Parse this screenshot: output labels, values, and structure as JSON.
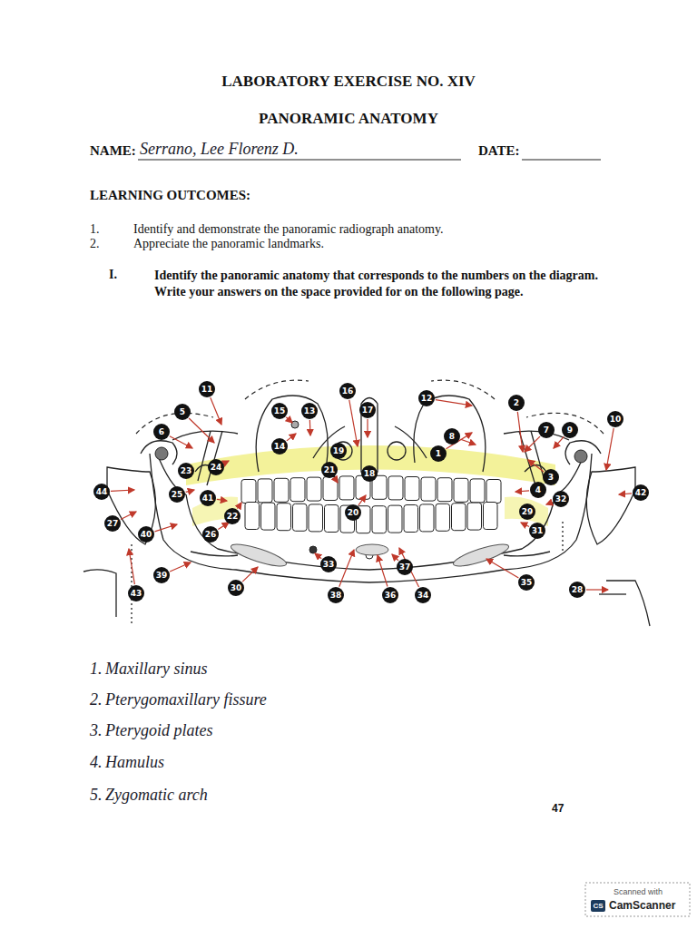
{
  "diagram": {
    "title": "LABORATORY EXERCISE NO. XIV",
    "nodes": [
      {
        "text": [
          "1"
        ]
      },
      {
        "text": [
          "2"
        ]
      },
      {
        "text": [
          "3"
        ]
      },
      {
        "text": [
          "4"
        ]
      },
      {
        "text": [
          "5"
        ]
      },
      {
        "text": [
          "6"
        ]
      },
      {
        "text": [
          "7"
        ]
      },
      {
        "text": [
          "8"
        ]
      },
      {
        "text": [
          "9"
        ]
      },
      {
        "text": [
          "10"
        ]
      },
      {
        "text": [
          "11"
        ]
      },
      {
        "text": [
          "12"
        ]
      },
      {
        "text": [
          "13"
        ]
      },
      {
        "text": [
          "14"
        ]
      },
      {
        "text": [
          "15"
        ]
      },
      {
        "text": [
          "16"
        ]
      },
      {
        "text": [
          "17"
        ]
      },
      {
        "text": [
          "18"
        ]
      },
      {
        "text": [
          "19"
        ]
      },
      {
        "text": [
          "20"
        ]
      },
      {
        "text": [
          "21"
        ]
      },
      {
        "text": [
          "22"
        ]
      },
      {
        "text": [
          "23"
        ]
      },
      {
        "text": [
          "24"
        ]
      },
      {
        "text": [
          "25"
        ]
      },
      {
        "text": [
          "26"
        ]
      },
      {
        "text": [
          "27"
        ]
      },
      {
        "text": [
          "28"
        ]
      },
      {
        "text": [
          "29"
        ]
      },
      {
        "text": [
          "30"
        ]
      },
      {
        "text": [
          "31"
        ]
      },
      {
        "text": [
          "32"
        ]
      },
      {
        "text": [
          "33"
        ]
      },
      {
        "text": [
          "34"
        ]
      },
      {
        "text": [
          "35"
        ]
      },
      {
        "text": [
          "36"
        ]
      },
      {
        "text": [
          "37"
        ]
      },
      {
        "text": [
          "38"
        ]
      },
      {
        "text": [
          "39"
        ]
      },
      {
        "text": [
          "40"
        ]
      },
      {
        "text": [
          "41"
        ]
      },
      {
        "text": [
          "42"
        ]
      },
      {
        "text": [
          "43"
        ]
      },
      {
        "text": [
          "44"
        ]
      }
    ],
    "labels": [
      "PANORAMIC ANATOMY",
      "NAME:",
      "Serrano, Lee Florenz D.",
      "DATE:",
      "LEARNING OUTCOMES:",
      "1.",
      "Identify and demonstrate the panoramic radiograph anatomy.",
      "2.",
      "Appreciate the panoramic landmarks.",
      "I.",
      "Identify the panoramic anatomy that corresponds to the numbers on the diagram. Write your answers on the space provided for on the following page.",
      "1.",
      "Maxillary sinus",
      "2.",
      "Pterygomaxillary fissure",
      "3.",
      "Pterygoid plates",
      "4.",
      "Hamulus",
      "5.",
      "Zygomatic arch",
      "47",
      "Scanned with",
      "CS",
      "CamScanner"
    ]
  }
}
